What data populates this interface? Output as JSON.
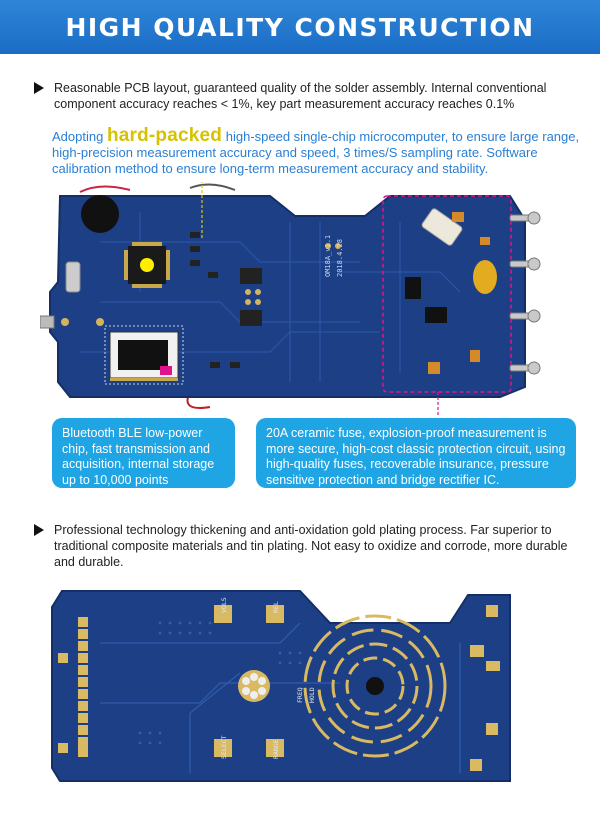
{
  "banner": {
    "title": "HIGH QUALITY CONSTRUCTION"
  },
  "section1": {
    "text": "Reasonable PCB layout, guaranteed quality of the solder assembly. Internal conventional component accuracy reaches < 1%, key part measurement accuracy reaches 0.1%"
  },
  "blue_para": {
    "prefix": "Adopting ",
    "highlight": "hard-packed",
    "suffix": " high-speed single-chip microcomputer, to ensure large range, high-precision measurement accuracy and speed, 3 times/S sampling rate. Software calibration method to ensure long-term measurement accuracy and stability."
  },
  "board1": {
    "label_main": "OM18A_v1.1",
    "label_date": "2018.4.28"
  },
  "callouts": {
    "left": "Bluetooth BLE low-power chip, fast transmission and acquisition, internal storage up to 10,000 points",
    "right": "20A ceramic fuse, explosion-proof measurement is more secure, high-cost classic protection circuit, using high-quality fuses, recoverable insurance, pressure sensitive protection and bridge rectifier IC."
  },
  "section2": {
    "text": "Professional technology thickening and anti-oxidation gold plating process. Far superior to traditional composite materials and tin plating. Not easy to oxidize and corrode, more durable and durable."
  },
  "board2": {
    "labels": [
      "VOLS",
      "REL",
      "SELECT",
      "RANGE",
      "FREQ",
      "HOLD"
    ]
  },
  "colors": {
    "banner": "#1a6cc4",
    "blue_text": "#2a7fd4",
    "highlight": "#d6c200",
    "callout": "#1fa4e4",
    "pcb": "#1c3f86",
    "magenta": "#e0148a"
  }
}
